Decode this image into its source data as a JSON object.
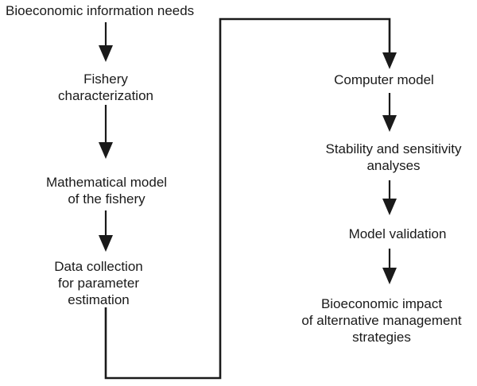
{
  "colors": {
    "ink": "#1a1a1a",
    "paper": "#ffffff"
  },
  "nodes": {
    "needs": {
      "lines": [
        "Bioeconomic information needs"
      ]
    },
    "fishery": {
      "lines": [
        "Fishery",
        "characterization"
      ]
    },
    "math_model": {
      "lines": [
        "Mathematical model",
        "of the fishery"
      ]
    },
    "data_collection": {
      "lines": [
        "Data collection",
        "for parameter",
        "estimation"
      ]
    },
    "computer_model": {
      "lines": [
        "Computer model"
      ]
    },
    "stability": {
      "lines": [
        "Stability and sensitivity",
        "analyses"
      ]
    },
    "validation": {
      "lines": [
        "Model validation"
      ]
    },
    "impact": {
      "lines": [
        "Bioeconomic impact",
        "of alternative management",
        "strategies"
      ]
    }
  },
  "flow": {
    "left_sequence": [
      "Bioeconomic information needs",
      "Fishery characterization",
      "Mathematical model of the fishery",
      "Data collection for parameter estimation"
    ],
    "right_sequence": [
      "Computer model",
      "Stability and sensitivity analyses",
      "Model validation",
      "Bioeconomic impact of alternative management strategies"
    ],
    "connector": "Data collection for parameter estimation -> Computer model"
  }
}
